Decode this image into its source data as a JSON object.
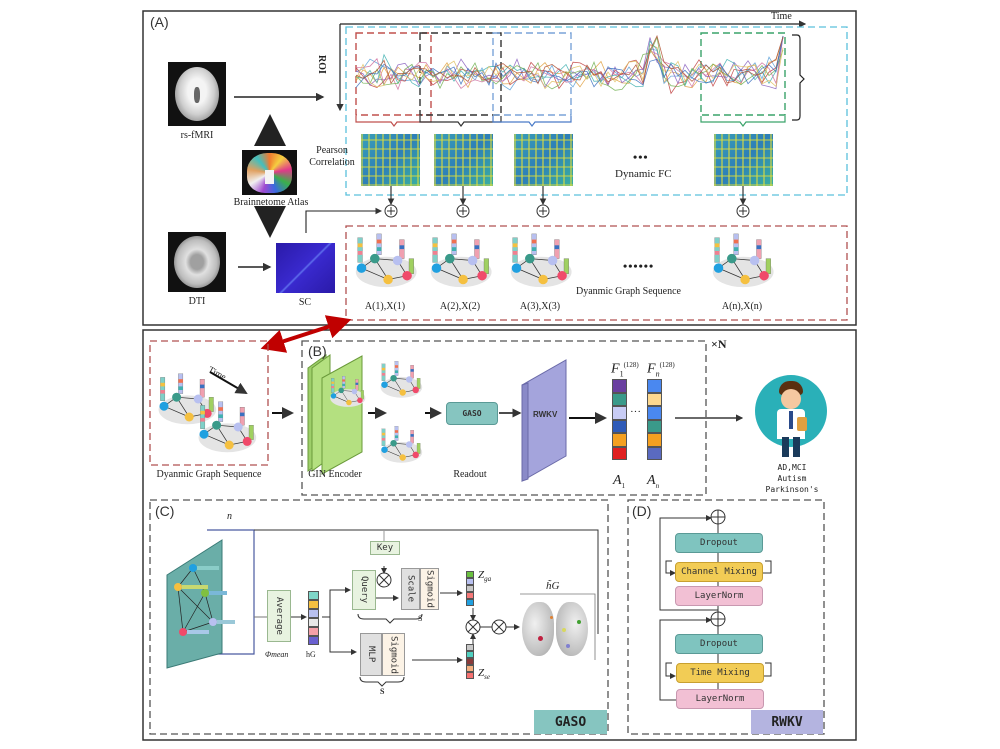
{
  "panels": {
    "a": {
      "tag": "(A)",
      "time_label": "Time",
      "roi_label": "ROI",
      "rs_fmri_label": "rs-fMRI",
      "atlas_label": "Brainnetome Atlas",
      "dti_label": "DTI",
      "sc_label": "SC",
      "pearson_label_1": "Pearson",
      "pearson_label_2": "Correlation",
      "dynamic_fc_label": "Dynamic FC",
      "ellipsis": "•••",
      "graph_ellipsis": "••••••",
      "dynamic_graph_sequence_label": "Dyanmic Graph Sequence",
      "graphs": [
        "A(1),X(1)",
        "A(2),X(2)",
        "A(3),X(3)",
        "A(n),X(n)"
      ],
      "window_colors": [
        "#c0504d",
        "#333333",
        "#4a7bc8",
        "#3aa36a"
      ]
    },
    "b": {
      "tag": "(B)",
      "repeat_label": "×N",
      "dynamic_graph_sequence_label": "Dyanmic Graph Sequence",
      "time_label": "Time",
      "gin_encoder_label": "GIN Encoder",
      "readout_label": "Readout",
      "gaso_label": "GASO",
      "rwkv_label": "RWKV",
      "feature_1_label": "F",
      "feature_1_sub": "1",
      "feature_n_label": "F",
      "feature_n_sub": "n",
      "feature_sup": "(128)",
      "a1_label": "A",
      "a1_sub": "1",
      "an_label": "A",
      "an_sub": "n",
      "dots": "···",
      "feature_1_colors": [
        "#6a3fa0",
        "#3a9a8a",
        "#c8ccf5",
        "#2f5bb8",
        "#f5a020",
        "#e02020"
      ],
      "feature_n_colors": [
        "#4a88f0",
        "#fcd890",
        "#4a88f0",
        "#3a9a8a",
        "#f5a020",
        "#5a6ac0"
      ],
      "diagnosis_lines": [
        "AD,MCI",
        "Autism",
        "Parkinson's"
      ]
    },
    "c": {
      "tag": "(C)",
      "n_label": "n",
      "average_label": "Average",
      "phi_label": "Φmean",
      "hg_label": "hG",
      "key_label": "Key",
      "query_label": "Query",
      "scale_label": "Scale",
      "sigmoid_label": "Sigmoid",
      "mlp_label": "MLP",
      "s_label": "S",
      "z_ga_label": "Z",
      "z_ga_sub": "ga",
      "z_se_label": "Z",
      "z_se_sub": "se",
      "hg_tilde_label": "h̃G",
      "module_tag": "GASO",
      "hg_colors": [
        "#7fd6c8",
        "#f5c040",
        "#b8c0f0",
        "#e8e8e8",
        "#f5a0a8",
        "#6a60d0"
      ],
      "z_ga_colors": [
        "#6ac040",
        "#b8c0f0",
        "#c8c8c8",
        "#f57878",
        "#20a0e0"
      ],
      "z_se_colors": [
        "#c8c8c8",
        "#50d0c0",
        "#8a3a3a",
        "#f5b080",
        "#f57070"
      ]
    },
    "d": {
      "tag": "(D)",
      "dropout_label": "Dropout",
      "channel_mixing_label": "Channel Mixing",
      "layernorm_label": "LayerNorm",
      "time_mixing_label": "Time Mixing",
      "module_tag": "RWKV"
    }
  },
  "colors": {
    "gaso_teal": "#86c5c0",
    "rwkv_purple": "#b4b4e0",
    "dropout_teal": "#7fc4bf",
    "mixing_yellow": "#f2cc55",
    "layernorm_pink": "#f2c0d4",
    "red_arrow": "#c00000"
  }
}
